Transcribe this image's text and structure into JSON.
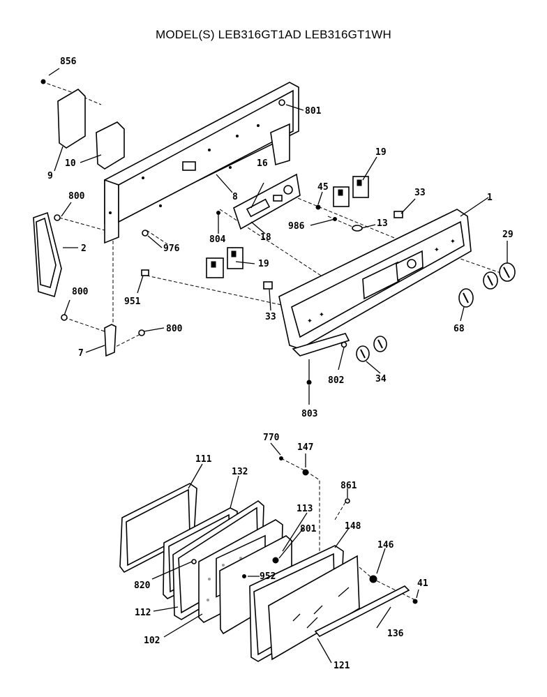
{
  "title": "MODEL(S) LEB316GT1AD  LEB316GT1WH",
  "callouts": {
    "p856": "856",
    "p801a": "801",
    "p9": "9",
    "p10": "10",
    "p8": "8",
    "p800a": "800",
    "p2": "2",
    "p976": "976",
    "p951": "951",
    "p800b": "800",
    "p7": "7",
    "p800c": "800",
    "p16": "16",
    "p19a": "19",
    "p45": "45",
    "p33a": "33",
    "p1": "1",
    "p986": "986",
    "p13": "13",
    "p804": "804",
    "p18": "18",
    "p19b": "19",
    "p29": "29",
    "p33b": "33",
    "p68": "68",
    "p802": "802",
    "p34": "34",
    "p803": "803",
    "p770": "770",
    "p147": "147",
    "p111": "111",
    "p132": "132",
    "p113": "113",
    "p861": "861",
    "p801b": "801",
    "p148": "148",
    "p146": "146",
    "p820": "820",
    "p952": "952",
    "p41": "41",
    "p112": "112",
    "p102": "102",
    "p136": "136",
    "p121": "121"
  }
}
